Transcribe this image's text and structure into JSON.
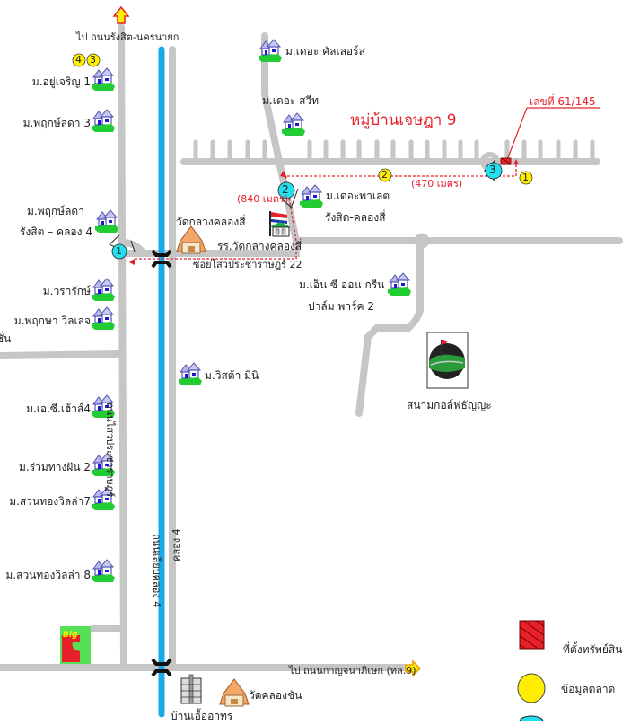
{
  "map": {
    "title": "หมู่บ้านเจษฎา 9",
    "property_number": "เลขที่ 61/145",
    "colors": {
      "road": "#c6c6c6",
      "canal": "#18aae8",
      "route": "#e8202a",
      "market_marker": "#ffee00",
      "photo_marker": "#22e0ee",
      "property": "#e8202a"
    },
    "directions": {
      "north": "ไป ถนนรังสิต-นครนายก",
      "east": "ไป ถนนกาญจนาภิเษก (ทล.9)"
    },
    "roads": {
      "left_vertical": "ถนนไสวประชาราษฎร์",
      "canal_road": "ถนนเลียบคลอง 4",
      "canal": "คลอง 4",
      "soi": "ซอยไสวประชาราษฎร์ 22"
    },
    "distances": {
      "route_a": "(840 เมตร)",
      "route_b": "(470 เมตร)"
    },
    "villages_left": [
      "ม.อยู่เจริญ 1",
      "ม.พฤกษ์ลดา 3",
      "ม.พฤกษ์ลดา",
      "รังสิต – คลอง 4",
      "ม.วรารักษ์",
      "ม.พฤกษา วิลเลจ",
      "ม.เอ.ซี.เฮ้าส์4",
      "ม.ร่วมทางฝัน 2",
      "ม.สวนทองวิลล่า7",
      "ม.สวนทองวิลล่า 8"
    ],
    "partial_left_text": "ชั่น",
    "villages_right": [
      "ม.เดอะ คัลเลอร์ส",
      "ม.เดอะ สวีท",
      "ม.เดอะพาเลต",
      "รังสิต-คลองสี่",
      "ม.เอ็น ซี ออน กรีน",
      "ปาล์ม พาร์ค 2",
      "ม.วิสต้า มินิ"
    ],
    "landmarks": {
      "temple_1": "วัดกลางคลองสี่",
      "school": "รร.วัดกลางคลองสี่",
      "golf": "สนามกอล์ฟธัญญะ",
      "temple_2": "วัดคลองชัน",
      "building": "บ้านเอื้ออาทร",
      "store": "Big C"
    },
    "markers": {
      "market": [
        "1",
        "2",
        "3",
        "4"
      ],
      "photo": [
        "1",
        "2",
        "3"
      ]
    },
    "legend": {
      "property": "ที่ตั้งทรัพย์สิน",
      "market": "ข้อมูลตลาด"
    }
  }
}
